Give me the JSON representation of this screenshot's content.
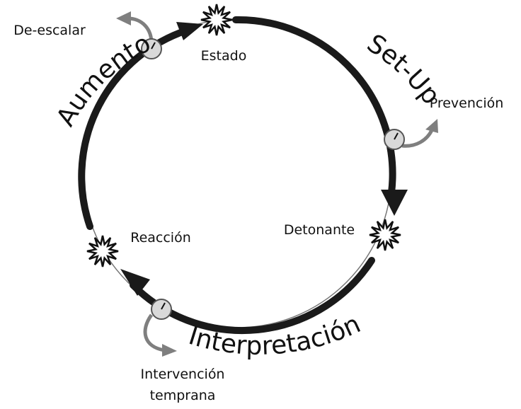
{
  "phases": {
    "set_up": "Set-Up",
    "aumento": "Aumento",
    "interpretacion": "Interpretación"
  },
  "nodes": {
    "estado": "Estado",
    "detonante": "Detonante",
    "reaccion": "Reacción"
  },
  "interventions": {
    "de_escalar": "De-escalar",
    "prevencion": "Prevención",
    "intervencion_line1": "Intervención",
    "intervencion_line2": "temprana"
  },
  "colors": {
    "ring": "#1a1a1a",
    "branch_arrow": "#7f7f7f",
    "gauge_fill": "#d9d9d9"
  }
}
